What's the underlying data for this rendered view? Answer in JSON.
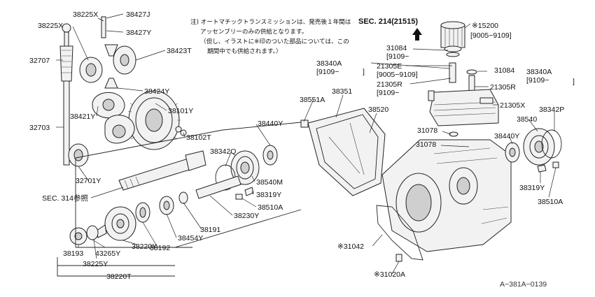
{
  "note": {
    "lines": [
      "注) オートマチックトランスミッションは、発売後１年間は",
      "アッセンブリーのみの供給となります。",
      "（但し、イラストに※印のついた部品については、この",
      "期間中でも供給されます。）"
    ]
  },
  "ref_sec214": "SEC. 214(21515)",
  "parts": {
    "p38225X_a": "38225X",
    "p38427J": "38427J",
    "p38225X_b": "38225X",
    "p38427Y": "38427Y",
    "p38423T": "38423T",
    "p32707": "32707",
    "p38424Y": "38424Y",
    "p38421Y": "38421Y",
    "p38101Y": "38101Y",
    "p32703": "32703",
    "p38102T": "38102T",
    "p38440Y_a": "38440Y",
    "p38342Q": "38342Q",
    "p32701Y": "32701Y",
    "sec314": "SEC. 314参照",
    "p38540M": "38540M",
    "p38319Y_a": "38319Y",
    "p38510A_a": "38510A",
    "p38230Y": "38230Y",
    "p38191": "38191",
    "p38454Y": "38454Y",
    "p38192": "38192",
    "p38220Y": "38220Y",
    "p38193": "38193",
    "p43265Y": "43265Y",
    "p38225Y": "38225Y",
    "p38220T": "38220T",
    "p15200": "※15200",
    "p15200_range": "[9005−9109]",
    "p31084_a": "31084",
    "p31084_a_range": "[9109−",
    "p38340A_a": "38340A",
    "p38340A_a_range": "[9109−",
    "p38340A_a_close": "]",
    "p21305E": "21305E",
    "p21305E_range": "[9005−9109]",
    "p21305R_a": "21305R",
    "p21305R_a_range": "[9109−",
    "p31084_b": "31084",
    "p38340A_b": "38340A",
    "p38340A_b_range": "[9109−",
    "p38340A_b_close": "]",
    "p21305R_b": "21305R",
    "p38551A": "38551A",
    "p38351": "38351",
    "p38520": "38520",
    "p21305X": "21305X",
    "p38342P": "38342P",
    "p31078_a": "31078",
    "p38540": "38540",
    "p31078_b": "31078",
    "p38440Y_b": "38440Y",
    "p38319Y_b": "38319Y",
    "p38510A_b": "38510A",
    "p31042": "※31042",
    "p31020A": "※31020A"
  },
  "diagram_code": "A−381A−0139"
}
